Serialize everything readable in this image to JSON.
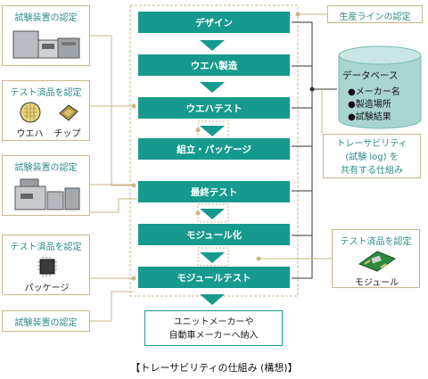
{
  "process_steps": [
    "デザイン",
    "ウエハ製造",
    "ウエハテスト",
    "組立・パッケージ",
    "最終テスト",
    "モジュール化",
    "モジュールテスト"
  ],
  "final_step": [
    "ユニットメーカーや",
    "自動車メーカーへ納入"
  ],
  "notes": {
    "equipment_label": "試験装置の認定",
    "sample_label": "テスト済品を認定",
    "line_label": "生産ラインの認定"
  },
  "samples": {
    "wafer": "ウエハ",
    "chip": "チップ",
    "package": "パッケージ",
    "module": "モジュール"
  },
  "database": {
    "title": "データベース",
    "items": [
      "●メーカー名",
      "●製造場所",
      "●試験結果"
    ]
  },
  "traceability_note": [
    "トレーサビリティ",
    "(試験 log) を",
    "共有する仕組み"
  ],
  "caption": "【トレーサビリティの仕組み (構想)】",
  "colors": {
    "step_fill": "#169a8d",
    "note_border": "#c9b58a",
    "note_text": "#2a8c86",
    "arrow": "#169a8d",
    "database": "#a9d5cf"
  }
}
